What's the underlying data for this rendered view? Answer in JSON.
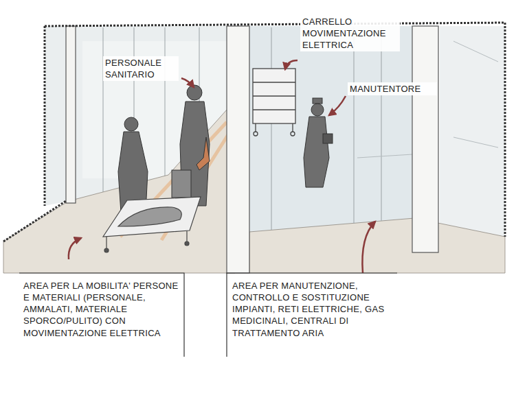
{
  "diagram": {
    "labels": [
      "PERSONALE SANITARIO",
      "CARRELLO MOVIMENTAZIONE ELETTRICA",
      "MANUTENTORE",
      "AREA PER LA MOBILITA' PERSONE E MATERIALI (PERSONALE, AMMALATI, MATERIALE SPORCO/PULITO) CON MOVIMENTAZIONE ELETTRICA",
      "AREA PER MANUTENZIONE, CONTROLLO E SOSTITUZIONE IMPIANTI, RETI ELETTRICHE, GAS MEDICINALI, CENTRALI DI TRATTAMENTO ARIA"
    ]
  }
}
